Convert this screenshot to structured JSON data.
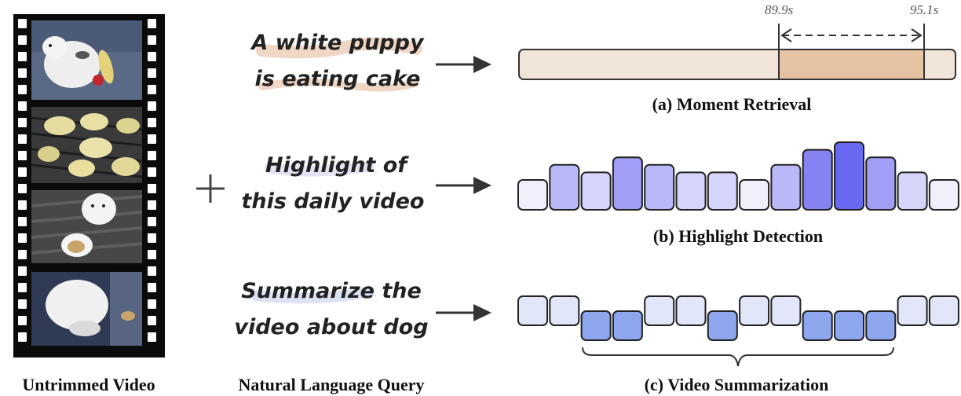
{
  "film": {
    "caption": "Untrimmed Video",
    "frames": [
      {
        "name": "frame-white-puppy-on-pavement"
      },
      {
        "name": "frame-pancakes-on-grill"
      },
      {
        "name": "frame-puppy-by-bowl"
      },
      {
        "name": "frame-puppy-eating-from-bowl"
      }
    ]
  },
  "plus_icon": "plus-icon",
  "queries": {
    "caption": "Natural Language Query",
    "items": [
      {
        "line1": "A white puppy",
        "line2": "is eating cake",
        "highlight": "#f0d6c4"
      },
      {
        "line1": "Highlight of",
        "line2": "this daily video",
        "highlight": "#e5e2f4"
      },
      {
        "line1": "Summarize the",
        "line2": "video about dog",
        "highlight": "#dde3f6"
      }
    ]
  },
  "arrow_icon": "arrow-right-icon",
  "moment_retrieval": {
    "caption": "(a) Moment Retrieval",
    "start_label": "89.9s",
    "end_label": "95.1s",
    "bar_color": "#f1e4d8",
    "moment_color": "#e6c3a3"
  },
  "highlight_detection": {
    "caption": "(b) Highlight Detection",
    "saliency": [
      1,
      3,
      2,
      4,
      3,
      2,
      2,
      1,
      3,
      5,
      6,
      4,
      2,
      1
    ]
  },
  "video_summarization": {
    "caption": "(c) Video Summarization",
    "selected": [
      0,
      0,
      1,
      1,
      0,
      0,
      1,
      0,
      0,
      1,
      1,
      1,
      0,
      0
    ],
    "selected_color": "#8ea6ee",
    "unselected_color": "#e1e6f8"
  }
}
